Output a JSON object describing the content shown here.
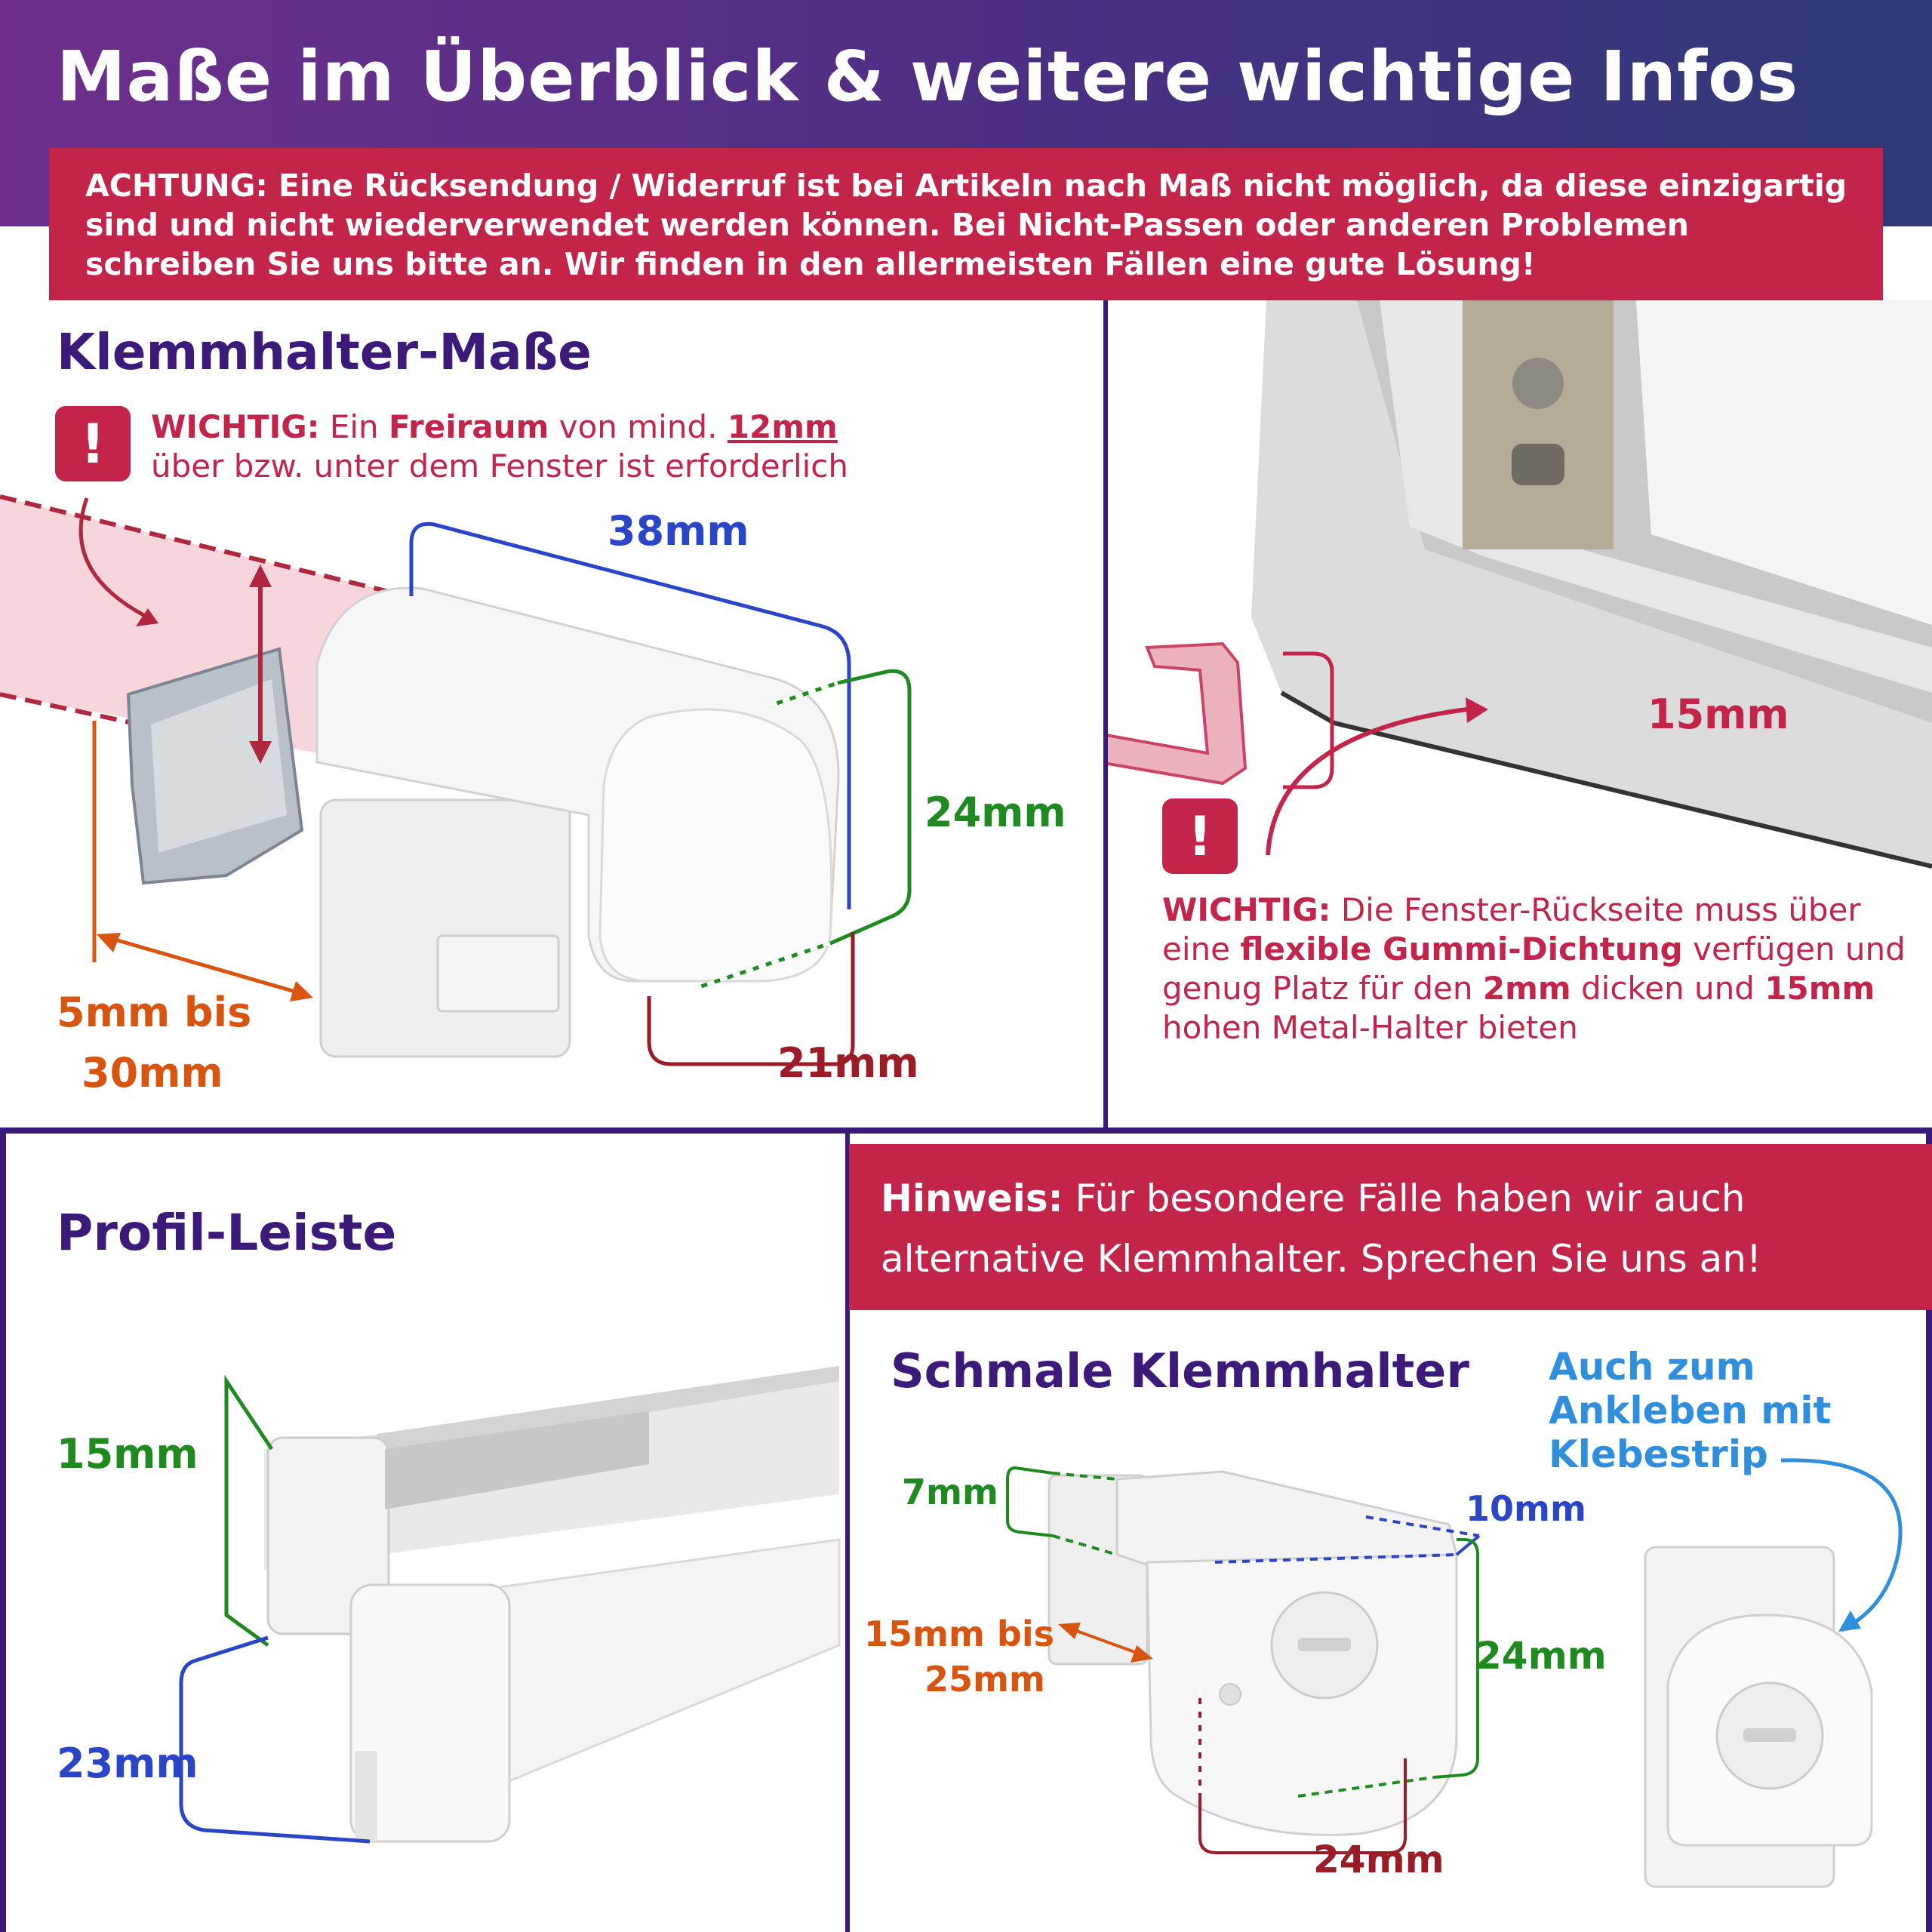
{
  "header": {
    "title": "Maße im Überblick & weitere wichtige Infos"
  },
  "warning": {
    "text": "ACHTUNG: Eine Rücksendung / Widerruf ist bei Artikeln nach Maß nicht möglich, da diese einzigartig sind und nicht wiederverwendet werden können. Bei Nicht-Passen oder anderen Problemen schreiben Sie uns bitte an. Wir finden in den allermeisten Fällen eine gute Lösung!"
  },
  "clamp_section": {
    "title": "Klemmhalter-Maße",
    "alert_icon": "!",
    "note_label": "WICHTIG:",
    "note_part1": "Ein",
    "note_bold": "Freiraum",
    "note_part2": "von mind.",
    "note_value": "12mm",
    "note_part3": "über bzw. unter dem Fenster ist erforderlich",
    "dims": {
      "width": "38mm",
      "height": "24mm",
      "depth": "21mm",
      "range_line1": "5mm bis",
      "range_line2": "30mm"
    }
  },
  "window_section": {
    "dim": "15mm",
    "alert_icon": "!",
    "note_label": "WICHTIG:",
    "note_part1": "Die Fenster-Rückseite muss über eine",
    "note_bold1": "flexible Gummi-Dichtung",
    "note_part2": "verfügen und genug Platz für den",
    "note_bold2": "2mm",
    "note_part3": "dicken und",
    "note_bold3": "15mm",
    "note_part4": "hohen Metal-Halter bieten"
  },
  "profile_section": {
    "title": "Profil-Leiste",
    "dim_top": "15mm",
    "dim_bottom": "23mm"
  },
  "hint": {
    "label": "Hinweis:",
    "text": "Für besondere Fälle haben wir auch alternative Klemmhalter. Sprechen Sie uns an!"
  },
  "narrow_section": {
    "title": "Schmale Klemmhalter",
    "stick_note": "Auch zum Ankleben mit Klebestrip",
    "dims": {
      "top": "7mm",
      "width": "10mm",
      "range_line1": "15mm bis",
      "range_line2": "25mm",
      "height": "24mm",
      "bottom": "24mm"
    }
  },
  "colors": {
    "accent": "#c2244a",
    "purple": "#3b1a7a",
    "blue": "#2b45c9",
    "green": "#1f8a1f",
    "orange": "#d9540f",
    "dark_red": "#9b1b26",
    "light_blue": "#2f8fdc"
  }
}
